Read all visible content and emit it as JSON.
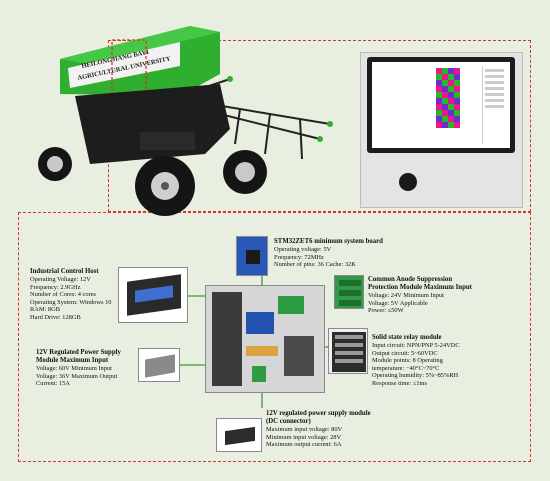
{
  "colors": {
    "background": "#e8efe0",
    "dash_red": "#d9342b",
    "connector_green": "#3c9a3c",
    "vehicle_green": "#2fae2f"
  },
  "vehicle": {
    "banner_line1": "HEILONGJIANG BAYI",
    "banner_line2": "AGRICULTURAL UNIVERSITY"
  },
  "modules": {
    "ipc": {
      "title": "Industrial Control Host",
      "lines": [
        "Operating Voltage: 12V",
        "Frequency: 2.9GHz",
        "Number of Cores: 4 cores",
        "Operating System: Windows 10",
        "RAM: 8GB",
        "Hard Drive: 128GB"
      ]
    },
    "stm32": {
      "title": "STM32ZET6 minimum system board",
      "lines": [
        "Operating voltage: 5V",
        "Frequency: 72MHz",
        "Number of pins: 36 Cache: 32K"
      ]
    },
    "anode": {
      "title_line1": "Common Anode Suppression",
      "title_line2": "Protection Module Maximum Input",
      "lines": [
        "Voltage: 24V Minimum Input",
        "Voltage: 5V Applicable",
        "Power: ≤50W"
      ]
    },
    "relay": {
      "title": "Solid state relay module",
      "lines": [
        "Input circuit: NPN/PNP 5-24VDC",
        "Output circuit: 5~60VDC",
        "Module points: 8 Operating",
        "temperature: −40°C~70°C",
        "Operating humidity: 5%~85%RH",
        "Response time: ≤1ms"
      ]
    },
    "psu12": {
      "title_line1": "12V Regulated Power Supply",
      "title_line2": "Module Maximum Input",
      "lines": [
        "Voltage: 60V Minimum Input",
        "Voltage: 36V Maximum Output",
        "Current: 15A"
      ]
    },
    "dc": {
      "title_line1": "12V regulated power supply module",
      "title_line2": "(DC connector)",
      "lines": [
        "Maximum input voltage: 80V",
        "Minimum input voltage: 28V",
        "Maximum output current: 6A"
      ]
    }
  }
}
